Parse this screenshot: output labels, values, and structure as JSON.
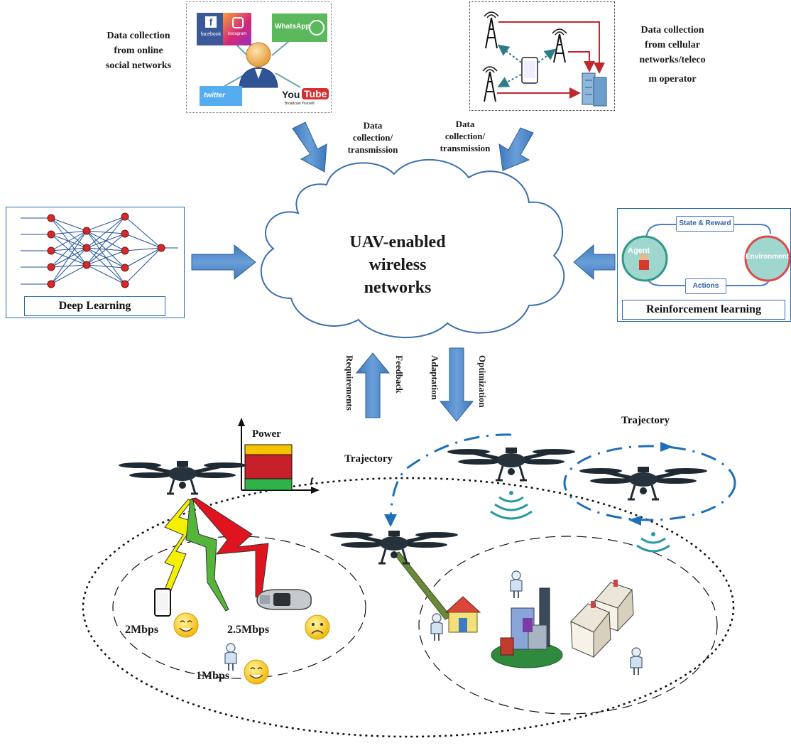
{
  "top": {
    "social_label_lines": [
      "Data collection",
      "from online",
      "social networks"
    ],
    "cellular_label_lines": [
      "Data collection",
      "from cellular",
      "networks/teleco",
      "m operator"
    ],
    "left_arrow_label_lines": [
      "Data",
      "collection/",
      "transmission"
    ],
    "right_arrow_label_lines": [
      "Data",
      "collection/",
      "transmission"
    ],
    "apps": {
      "facebook": "facebook",
      "instagram": "Instagram",
      "whatsapp": "WhatsApp",
      "twitter": "twitter",
      "youtube_you": "You",
      "youtube_tube": "Tube",
      "youtube_sub": "Broadcast Yourself"
    }
  },
  "cloud": {
    "line1": "UAV-enabled",
    "line2": "wireless networks"
  },
  "deep_learning": {
    "title": "Deep Learning"
  },
  "reinforcement": {
    "title": "Reinforcement learning",
    "state_reward": "State & Reward",
    "actions": "Actions",
    "agent": "Agent",
    "environment": "Environment"
  },
  "vertical_labels": {
    "requirements": "Requirements",
    "feedback": "Feedback",
    "adaptation": "Adaptation",
    "optimization": "Optimization"
  },
  "bottom": {
    "power_label": "Power",
    "time_label": "t",
    "trajectory_left": "Trajectory",
    "trajectory_right": "Trajectory",
    "rate_2mbps": "2Mbps",
    "rate_25mbps": "2.5Mbps",
    "rate_1mbps": "1Mbps"
  },
  "colors": {
    "arrow_blue": "#4f86c6",
    "arrow_blue_dark": "#2e5f96",
    "power_yellow": "#f5c400",
    "power_red": "#c8202a",
    "power_green": "#2fb24a",
    "bolt_yellow": "#f5f000",
    "bolt_green": "#55b43a",
    "bolt_red": "#e0141e",
    "trajectory_blue": "#1e6fb8"
  }
}
